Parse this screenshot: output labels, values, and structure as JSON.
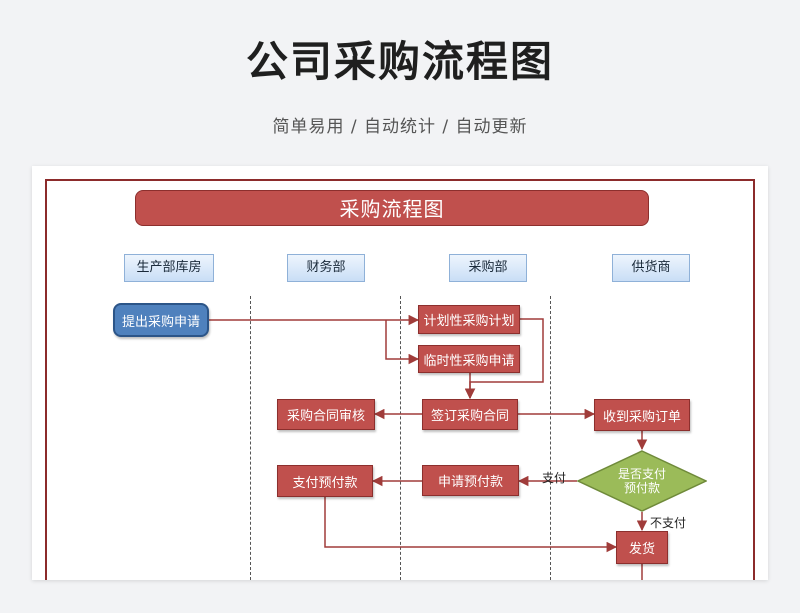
{
  "page": {
    "title": "公司采购流程图",
    "subtitle": "简单易用 / 自动统计 / 自动更新"
  },
  "diagram": {
    "banner": "采购流程图",
    "lanes": [
      "生产部库房",
      "财务部",
      "采购部",
      "供货商"
    ],
    "nodes": {
      "request": "提出采购申请",
      "planned": "计划性采购计划",
      "temporary": "临时性采购申请",
      "sign_contract": "签订采购合同",
      "contract_review": "采购合同审核",
      "receive_order": "收到采购订单",
      "decision_line1": "是否支付",
      "decision_line2": "预付款",
      "apply_prepay": "申请预付款",
      "pay_prepay": "支付预付款",
      "ship": "发货"
    },
    "edge_labels": {
      "pay": "支付",
      "no_pay": "不支付"
    },
    "colors": {
      "node_red": "#c0504d",
      "node_blue": "#4f81bd",
      "decision_green": "#9bbb59",
      "frame": "#8c2b2b"
    }
  }
}
